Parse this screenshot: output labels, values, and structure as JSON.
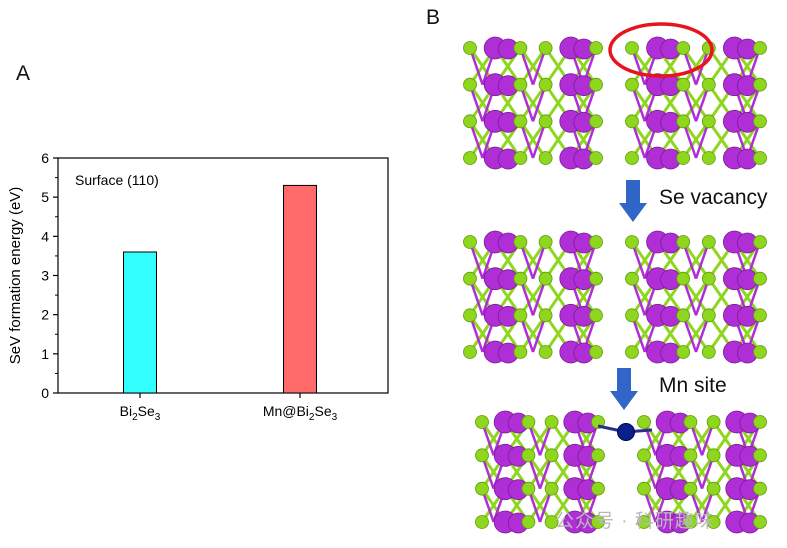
{
  "panels": {
    "a": "A",
    "b": "B"
  },
  "chart_data": {
    "type": "bar",
    "categories": [
      "Bi2Se3",
      "Mn@Bi2Se3"
    ],
    "category_labels": [
      {
        "parts": [
          [
            "Bi",
            "n"
          ],
          [
            "2",
            "sub"
          ],
          [
            "Se",
            "n"
          ],
          [
            "3",
            "sub"
          ]
        ]
      },
      {
        "parts": [
          [
            "Mn@Bi",
            "n"
          ],
          [
            "2",
            "sub"
          ],
          [
            "Se",
            "n"
          ],
          [
            "3",
            "sub"
          ]
        ]
      }
    ],
    "values": [
      3.6,
      5.3
    ],
    "colors": [
      "#33ffff",
      "#ff6b6b"
    ],
    "ylabel": "SeV formation energy (eV)",
    "ylim": [
      0,
      6
    ],
    "yticks": [
      0,
      1,
      2,
      3,
      4,
      5,
      6
    ],
    "annotation": "Surface (110)",
    "grid": false
  },
  "diagram": {
    "step1": "Se vacancy",
    "step2": "Mn site",
    "colors": {
      "bi": "#b02ed6",
      "se": "#8fd61e",
      "mn": "#0a1e8c",
      "arrow": "#2f66c8",
      "circle": "#e8141c"
    }
  },
  "watermark": "公众号 · 科研趣味"
}
